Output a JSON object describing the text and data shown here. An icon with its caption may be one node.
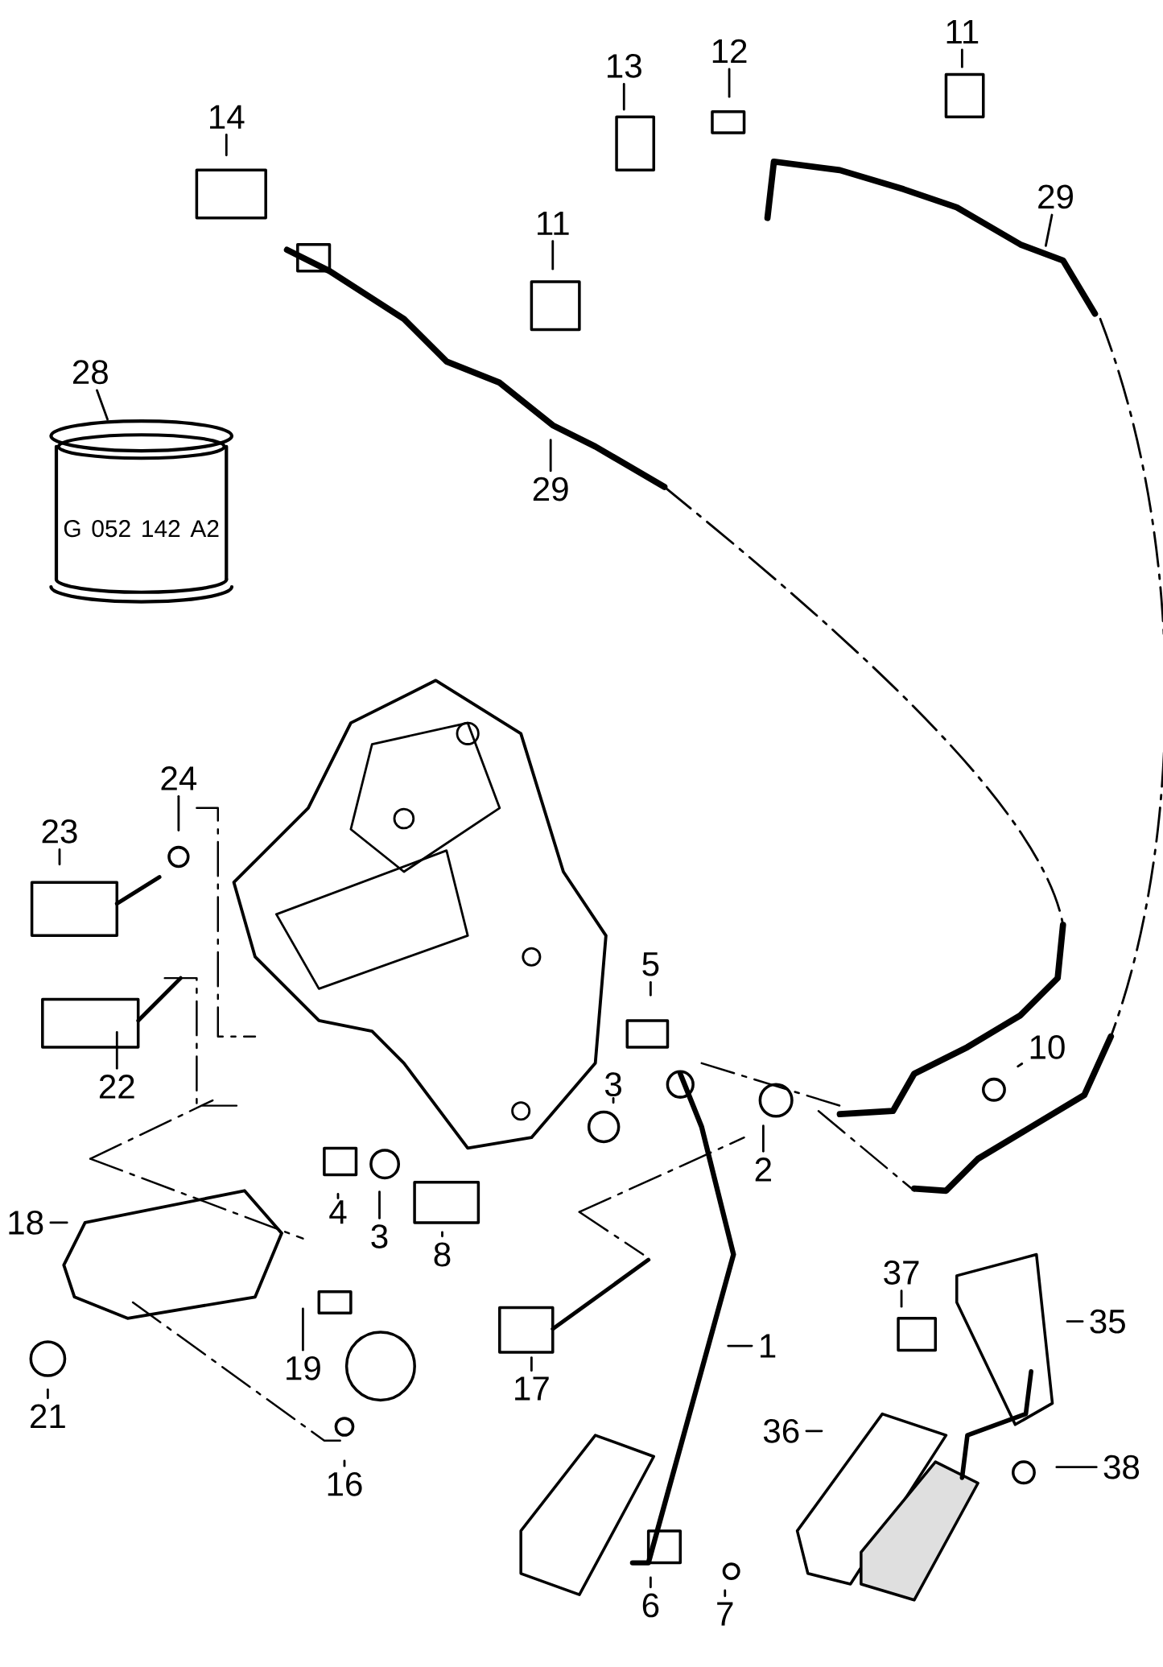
{
  "diagram": {
    "nodes": [
      {
        "text": [
          "14"
        ]
      },
      {
        "text": [
          "13"
        ]
      },
      {
        "text": [
          "12"
        ]
      },
      {
        "text": [
          "11"
        ]
      },
      {
        "text": [
          "29"
        ]
      },
      {
        "text": [
          "11"
        ]
      },
      {
        "text": [
          "28"
        ]
      },
      {
        "text": [
          "G 052 142 A2"
        ]
      },
      {
        "text": [
          "29"
        ]
      },
      {
        "text": [
          "24"
        ]
      },
      {
        "text": [
          "23"
        ]
      },
      {
        "text": [
          "5"
        ]
      },
      {
        "text": [
          "10"
        ]
      },
      {
        "text": [
          "3"
        ]
      },
      {
        "text": [
          "22"
        ]
      },
      {
        "text": [
          "2"
        ]
      },
      {
        "text": [
          "4"
        ]
      },
      {
        "text": [
          "3"
        ]
      },
      {
        "text": [
          "8"
        ]
      },
      {
        "text": [
          "18"
        ]
      },
      {
        "text": [
          "37"
        ]
      },
      {
        "text": [
          "35"
        ]
      },
      {
        "text": [
          "19"
        ]
      },
      {
        "text": [
          "1"
        ]
      },
      {
        "text": [
          "17"
        ]
      },
      {
        "text": [
          "21"
        ]
      },
      {
        "text": [
          "36"
        ]
      },
      {
        "text": [
          "38"
        ]
      },
      {
        "text": [
          "16"
        ]
      },
      {
        "text": [
          "6"
        ]
      },
      {
        "text": [
          "7"
        ]
      }
    ],
    "edges": [
      {
        "from": 0,
        "to": null,
        "arrow": "none"
      },
      {
        "from": 1,
        "to": null,
        "arrow": "none"
      },
      {
        "from": 2,
        "to": null,
        "arrow": "none"
      },
      {
        "from": 3,
        "to": null,
        "arrow": "none"
      },
      {
        "from": 4,
        "to": null,
        "arrow": "none"
      },
      {
        "from": 5,
        "to": null,
        "arrow": "none"
      },
      {
        "from": 6,
        "to": 7,
        "arrow": "none"
      },
      {
        "from": 8,
        "to": null,
        "arrow": "none"
      },
      {
        "from": 9,
        "to": null,
        "arrow": "none"
      },
      {
        "from": 10,
        "to": null,
        "arrow": "none"
      },
      {
        "from": 11,
        "to": null,
        "arrow": "none"
      },
      {
        "from": 12,
        "to": null,
        "arrow": "none"
      },
      {
        "from": 13,
        "to": null,
        "arrow": "none"
      },
      {
        "from": 14,
        "to": null,
        "arrow": "none"
      },
      {
        "from": 15,
        "to": null,
        "arrow": "none"
      },
      {
        "from": 16,
        "to": null,
        "arrow": "none"
      },
      {
        "from": 17,
        "to": null,
        "arrow": "none"
      },
      {
        "from": 18,
        "to": null,
        "arrow": "none"
      },
      {
        "from": 19,
        "to": null,
        "arrow": "none"
      },
      {
        "from": 20,
        "to": null,
        "arrow": "none"
      },
      {
        "from": 21,
        "to": null,
        "arrow": "none"
      },
      {
        "from": 22,
        "to": null,
        "arrow": "none"
      },
      {
        "from": 23,
        "to": null,
        "arrow": "none"
      },
      {
        "from": 24,
        "to": null,
        "arrow": "none"
      },
      {
        "from": 25,
        "to": null,
        "arrow": "none"
      },
      {
        "from": 26,
        "to": null,
        "arrow": "none"
      },
      {
        "from": 27,
        "to": null,
        "arrow": "none"
      },
      {
        "from": 28,
        "to": null,
        "arrow": "none"
      },
      {
        "from": 29,
        "to": null,
        "arrow": "none"
      },
      {
        "from": 30,
        "to": null,
        "arrow": "none"
      }
    ]
  }
}
